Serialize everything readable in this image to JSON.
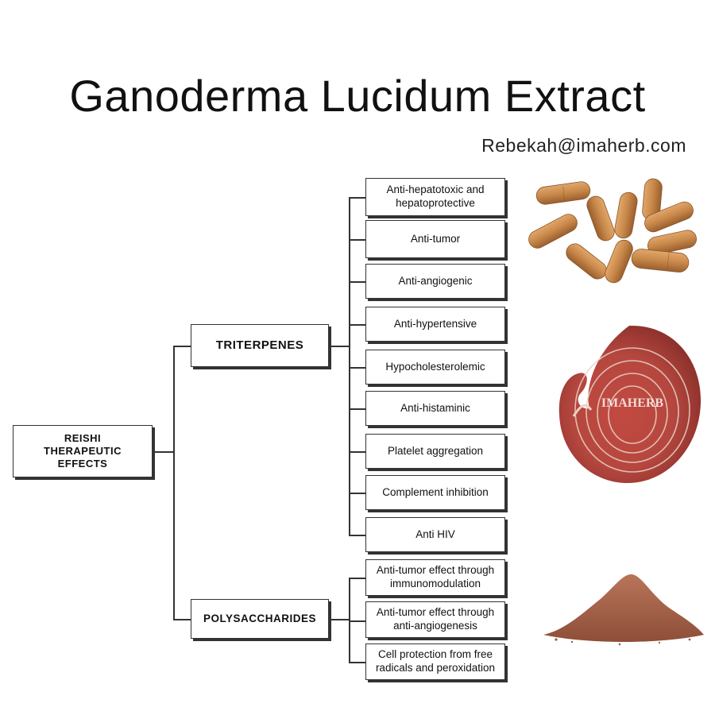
{
  "title": "Ganoderma Lucidum Extract",
  "email": "Rebekah@imaherb.com",
  "watermark": "IMAHERB",
  "root": {
    "label_lines": [
      "REISHI",
      "THERAPEUTIC",
      "EFFECTS"
    ]
  },
  "groups": [
    {
      "label": "TRITERPENES",
      "effects": [
        [
          "Anti-hepatotoxic and",
          "hepatoprotective"
        ],
        [
          "Anti-tumor"
        ],
        [
          "Anti-angiogenic"
        ],
        [
          "Anti-hypertensive"
        ],
        [
          "Hypocholesterolemic"
        ],
        [
          "Anti-histaminic"
        ],
        [
          "Platelet aggregation"
        ],
        [
          "Complement inhibition"
        ],
        [
          "Anti HIV"
        ]
      ]
    },
    {
      "label": "POLYSACCHARIDES",
      "effects": [
        [
          "Anti-tumor effect through",
          "immunomodulation"
        ],
        [
          "Anti-tumor effect through",
          "anti-angiogenesis"
        ],
        [
          "Cell protection from free",
          "radicals and peroxidation"
        ]
      ]
    }
  ],
  "images": [
    {
      "name": "capsules-photo"
    },
    {
      "name": "reishi-mushroom-photo"
    },
    {
      "name": "extract-powder-photo"
    }
  ],
  "colors": {
    "capsule": "#c8884a",
    "mushroom_red": "#b5473f",
    "mushroom_cream": "#ead3c6",
    "powder": "#a5624a",
    "line": "#333333"
  }
}
